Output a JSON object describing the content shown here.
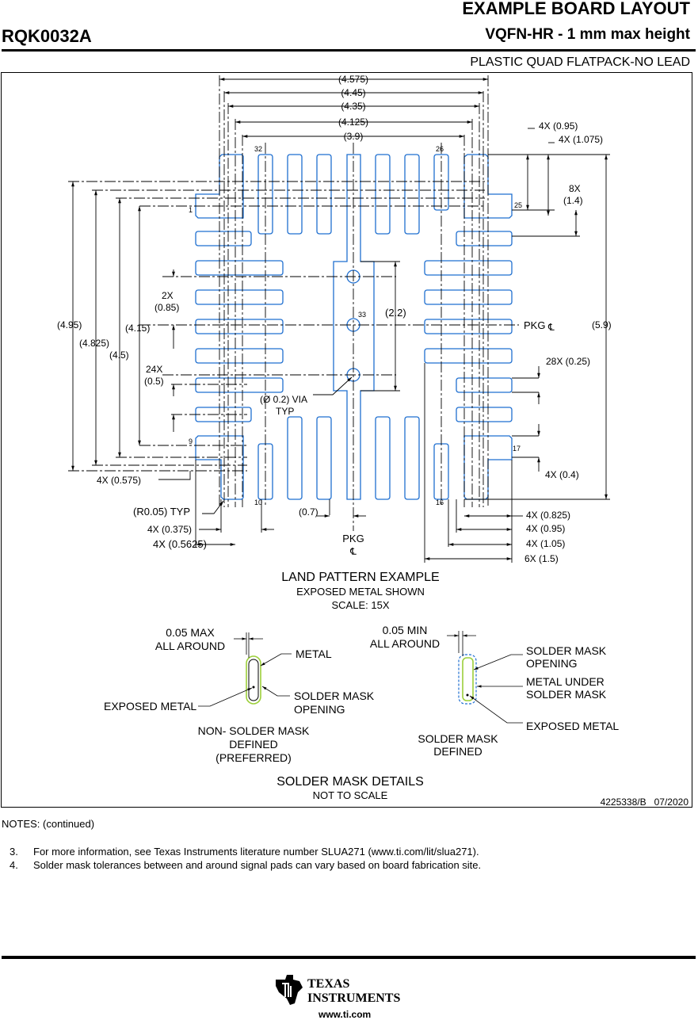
{
  "header": {
    "title": "EXAMPLE BOARD LAYOUT",
    "part_number": "RQK0032A",
    "subtitle": "VQFN-HR - 1 mm max height",
    "package": "PLASTIC QUAD FLATPACK-NO LEAD"
  },
  "drawing": {
    "top_dims": [
      "(4.575)",
      "(4.45)",
      "(4.35)",
      "(4.125)",
      "(3.9)"
    ],
    "left_dims": [
      "(4.95)",
      "(4.825)",
      "(4.5)",
      "(4.15)"
    ],
    "right_dims": [
      "4X (0.95)",
      "4X (1.075)",
      "8X",
      "(1.4)",
      "(5.9)",
      "28X (0.25)",
      "4X (0.4)"
    ],
    "bottom_dims": [
      "4X (0.825)",
      "4X (0.95)",
      "4X (1.05)",
      "6X (1.5)",
      "(0.7)",
      "4X (0.375)",
      "4X (0.5625)",
      "4X (0.575)"
    ],
    "inner_dims": [
      "2X",
      "(0.85)",
      "24X",
      "(0.5)",
      "(2.2)",
      "(Ø 0.2) VIA",
      "TYP",
      "(R0.05) TYP"
    ],
    "pin_labels": [
      "32",
      "26",
      "1",
      "25",
      "33",
      "9",
      "17",
      "10",
      "16"
    ],
    "pkg_label": "PKG",
    "centerline_symbol": "℄",
    "caption_title": "LAND PATTERN EXAMPLE",
    "caption_line2": "EXPOSED METAL SHOWN",
    "caption_line3": "SCALE: 15X"
  },
  "mask_details": {
    "nsmd_clearance": [
      "0.05 MAX",
      "ALL AROUND"
    ],
    "metal": "METAL",
    "solder_mask_opening": [
      "SOLDER MASK",
      "OPENING"
    ],
    "exposed_metal": "EXPOSED METAL",
    "nsmd_caption": [
      "NON- SOLDER MASK",
      "DEFINED",
      "(PREFERRED)"
    ],
    "smd_clearance": [
      "0.05 MIN",
      "ALL AROUND"
    ],
    "smd_opening": [
      "SOLDER MASK",
      "OPENING"
    ],
    "metal_under": [
      "METAL UNDER",
      "SOLDER MASK"
    ],
    "smd_exposed_metal": "EXPOSED METAL",
    "smd_caption": [
      "SOLDER MASK",
      "DEFINED"
    ],
    "title": "SOLDER MASK DETAILS",
    "subtitle": "NOT TO SCALE"
  },
  "doc_ref": "4225338/B   07/2020",
  "notes": {
    "heading": "NOTES: (continued)",
    "items": [
      {
        "num": "3.",
        "text": "For more information, see Texas Instruments literature number SLUA271 (www.ti.com/lit/slua271)."
      },
      {
        "num": "4.",
        "text": "Solder mask tolerances between and around signal pads can vary based on board fabrication site."
      }
    ]
  },
  "footer": {
    "brand_line1": "TEXAS",
    "brand_line2": "INSTRUMENTS",
    "url": "www.ti.com"
  },
  "colors": {
    "pad_outline": "#1f6fd0",
    "mask_green": "#9ccf3a",
    "line": "#000000"
  }
}
